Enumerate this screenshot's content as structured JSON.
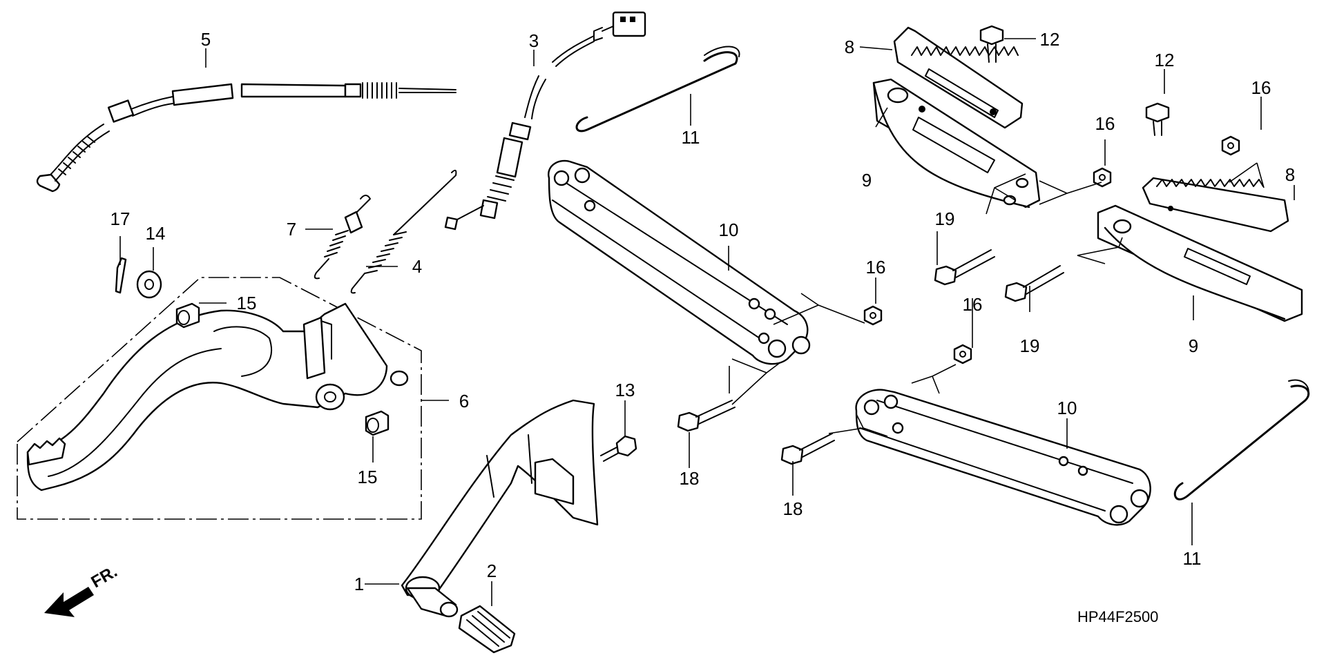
{
  "diagram_code": "HP44F2500",
  "front_indicator": "FR.",
  "callouts": [
    "5",
    "3",
    "11",
    "8",
    "12",
    "12",
    "16",
    "16",
    "9",
    "17",
    "14",
    "7",
    "4",
    "10",
    "16",
    "19",
    "19",
    "15",
    "6",
    "15",
    "16",
    "9",
    "13",
    "10",
    "18",
    "18",
    "1",
    "2",
    "11",
    "8"
  ]
}
